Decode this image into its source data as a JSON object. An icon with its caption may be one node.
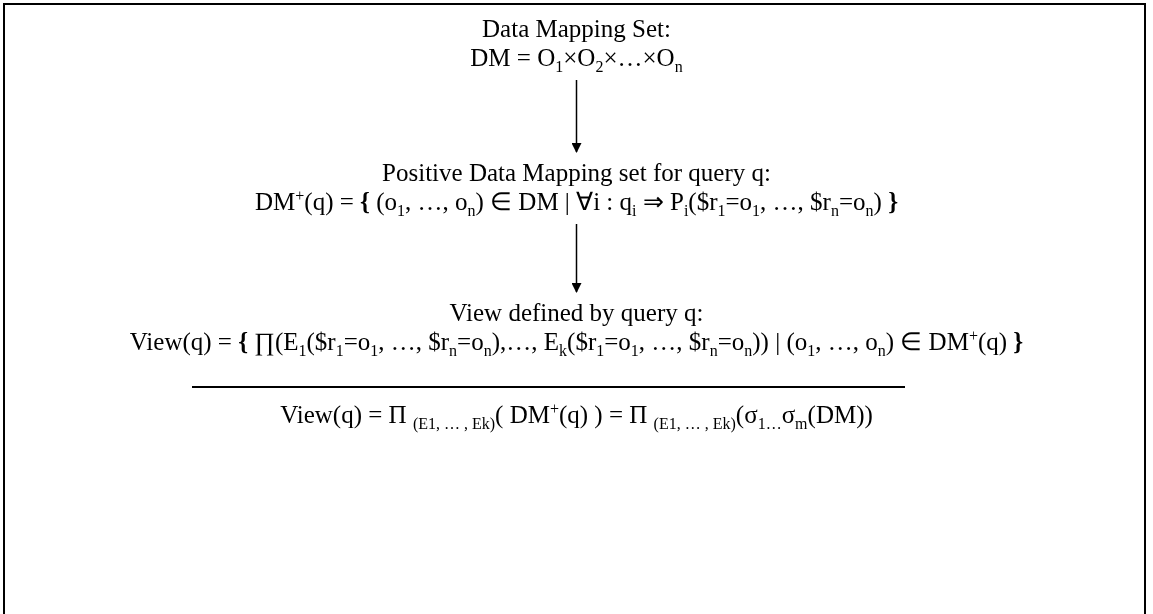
{
  "diagram": {
    "nodes": [
      {
        "text": [
          "Data Mapping Set:",
          "DM = O$_{1}$×O$_{2}$×…×O$_{n}$"
        ]
      },
      {
        "text": [
          "Positive Data Mapping set for query q:",
          "DM$^{+}$(q) = **{** (o$_{1}$, …, o$_{n}$) ∈ DM | ∀i : q$_{i}$ ⇒ P$_{i}$($r$_{1}$=o$_{1}$, …, $r$_{n}$=o$_{n}$)  **}**"
        ]
      },
      {
        "text": [
          "View defined by query q:",
          "View(q) = **{** ∏(E$_{1}$($r$_{1}$=o$_{1}$, …, $r$_{n}$=o$_{n}$),…, E$_{k}$($r$_{1}$=o$_{1}$, …, $r$_{n}$=o$_{n}$))  | (o$_{1}$, …, o$_{n}$) ∈ DM$^{+}$(q)  **}**"
        ]
      }
    ],
    "edges": [
      {
        "from": 0,
        "to": 1,
        "arrow": "to"
      },
      {
        "from": 1,
        "to": 2,
        "arrow": "to"
      }
    ],
    "labels": [
      "View(q) = Π $_{(E1, … , Ek)}$( DM$^{+}$(q) ) = Π $_{(E1, … , Ek)}$(σ$_{1…}$σ$_{m}$(DM))"
    ]
  }
}
